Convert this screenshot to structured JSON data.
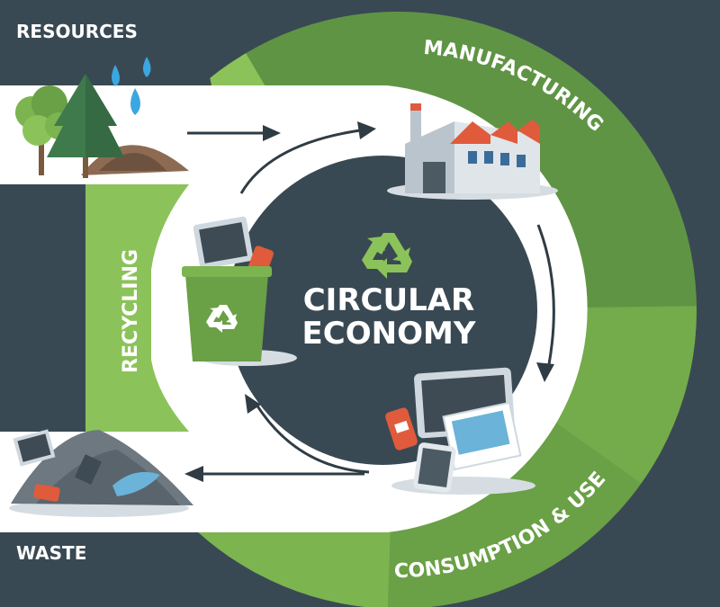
{
  "diagram": {
    "title_line1": "CIRCULAR",
    "title_line2": "ECONOMY",
    "stages": {
      "resources": "RESOURCES",
      "manufacturing": "MANUFACTURING",
      "consumption": "CONSUMPTION & USE",
      "recycling": "RECYCLING",
      "waste": "WASTE"
    },
    "icons": {
      "recycle": "recycle-icon",
      "trees": "trees-icon",
      "water": "water-drops-icon",
      "factory": "factory-icon",
      "devices": "devices-icon",
      "bin": "recycling-bin-icon",
      "waste": "waste-pile-icon"
    }
  },
  "colors": {
    "background": "#394953",
    "ring_light": "#8bc35a",
    "ring_mid": "#74ab4b",
    "ring_dark": "#5a8c3d",
    "band": "#ffffff",
    "center": "#394953",
    "arrow": "#2f3c44"
  }
}
